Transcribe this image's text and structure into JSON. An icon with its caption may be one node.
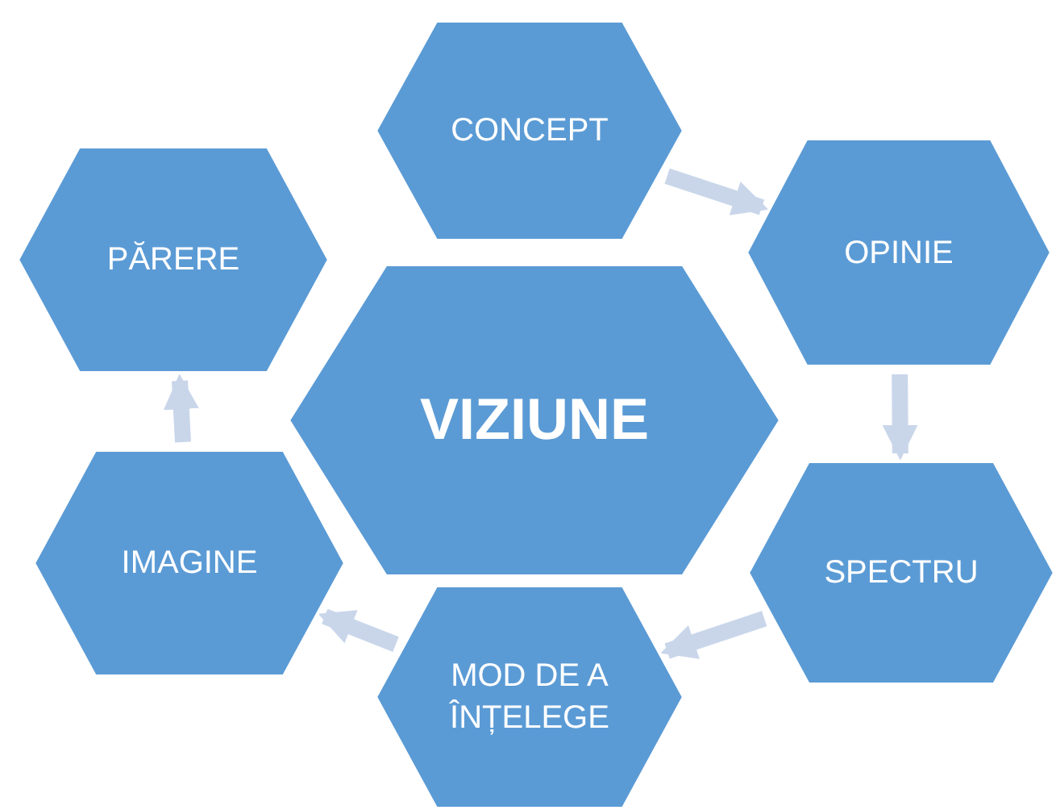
{
  "diagram": {
    "nodes": [
      {
        "text": [
          "VIZIUNE"
        ]
      },
      {
        "text": [
          "CONCEPT"
        ]
      },
      {
        "text": [
          "OPINIE"
        ]
      },
      {
        "text": [
          "SPECTRU"
        ]
      },
      {
        "text": [
          "MOD DE A ÎNȚELEGE"
        ]
      },
      {
        "text": [
          "IMAGINE"
        ]
      },
      {
        "text": [
          "PĂRERE"
        ]
      }
    ],
    "edges": [
      {
        "from": 1,
        "to": 2,
        "arrow": "to"
      },
      {
        "from": 2,
        "to": 3,
        "arrow": "to"
      },
      {
        "from": 3,
        "to": 4,
        "arrow": "to"
      },
      {
        "from": 4,
        "to": 5,
        "arrow": "to"
      },
      {
        "from": 5,
        "to": 6,
        "arrow": "to"
      }
    ]
  }
}
